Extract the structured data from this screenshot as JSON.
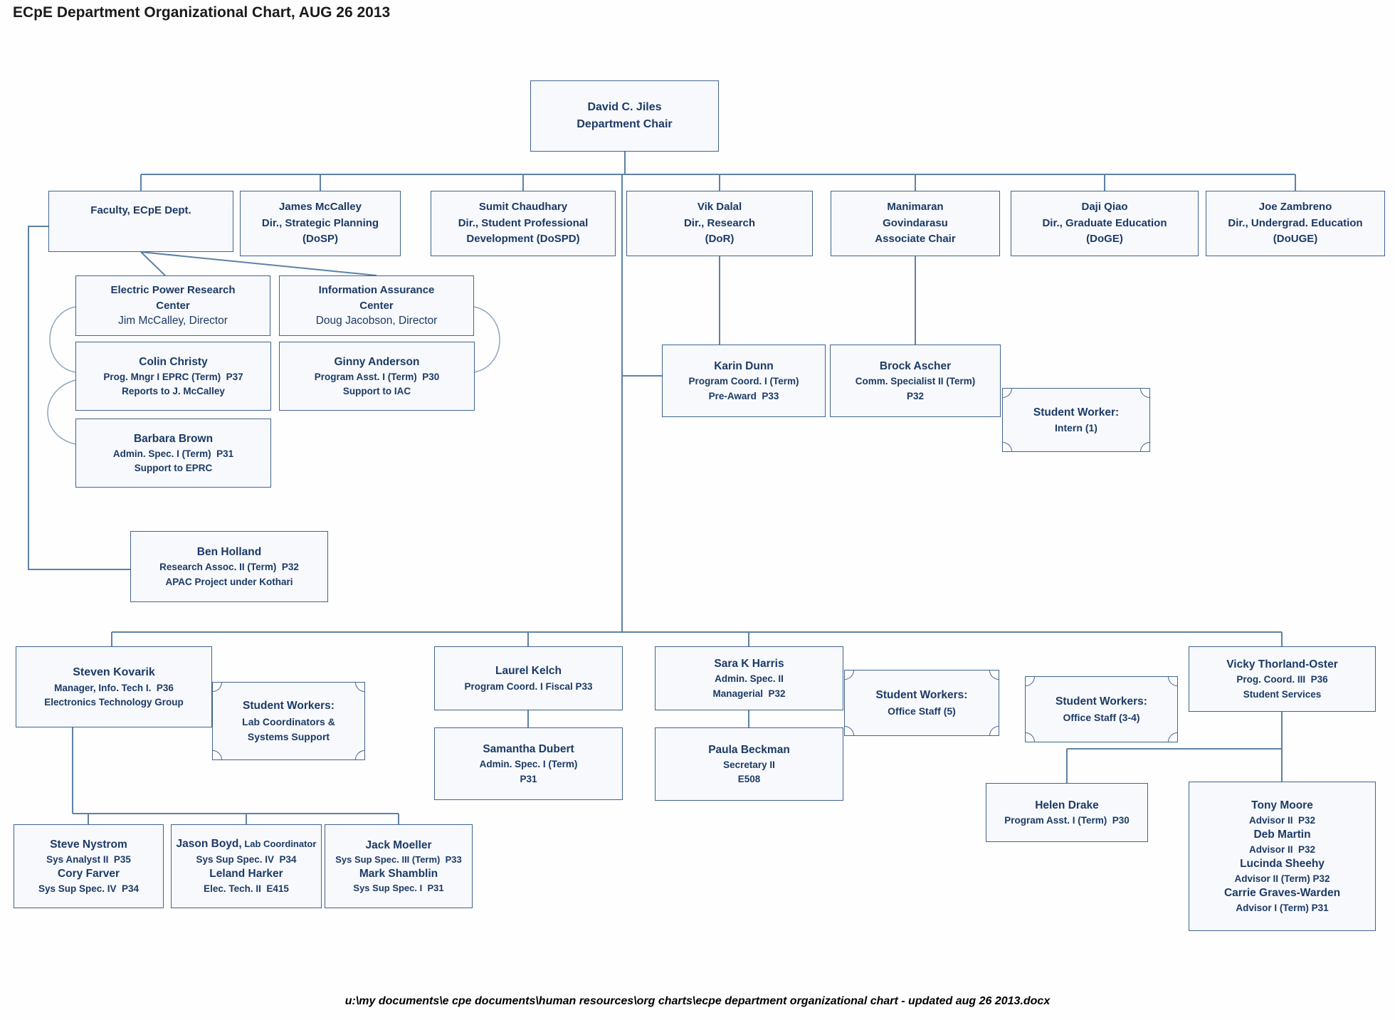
{
  "title": "ECpE Department Organizational Chart, AUG 26 2013",
  "footer": "u:\\my documents\\e cpe documents\\human resources\\org charts\\ecpe department organizational chart - updated aug 26 2013.docx",
  "colors": {
    "ink": "#1c3a66",
    "border": "#41648f",
    "connector": "#5d81a7",
    "box_fill": "#f7f9fc"
  },
  "boxes": {
    "jiles": {
      "lines": [
        "David C. Jiles",
        "Department Chair"
      ]
    },
    "faculty": {
      "lines": [
        "Faculty, ECpE Dept."
      ]
    },
    "mccalley": {
      "lines": [
        "James McCalley",
        "Dir., Strategic Planning",
        "(DoSP)"
      ]
    },
    "chaudhary": {
      "lines": [
        "Sumit Chaudhary",
        "Dir., Student Professional",
        "Development (DoSPD)"
      ]
    },
    "dalal": {
      "lines": [
        "Vik Dalal",
        "Dir., Research",
        "(DoR)"
      ]
    },
    "govindarasu": {
      "lines": [
        "Manimaran",
        "Govindarasu",
        "Associate Chair"
      ]
    },
    "qiao": {
      "lines": [
        "Daji Qiao",
        "Dir., Graduate Education",
        "(DoGE)"
      ]
    },
    "zambreno": {
      "lines": [
        "Joe Zambreno",
        "Dir., Undergrad. Education",
        "(DoUGE)"
      ]
    },
    "eprc": {
      "lines": [
        "Electric Power Research",
        "Center",
        "Jim McCalley, Director"
      ]
    },
    "iac": {
      "lines": [
        "Information Assurance",
        "Center",
        "Doug Jacobson, Director"
      ]
    },
    "christy": {
      "lines": [
        "Colin Christy",
        "Prog. Mngr I EPRC (Term)  P37",
        "Reports to J. McCalley"
      ]
    },
    "anderson": {
      "lines": [
        "Ginny Anderson",
        "Program Asst. I (Term)  P30",
        "Support to IAC"
      ]
    },
    "brown": {
      "lines": [
        "Barbara Brown",
        "Admin. Spec. I (Term)  P31",
        "Support to EPRC"
      ]
    },
    "holland": {
      "lines": [
        "Ben Holland",
        "Research Assoc. II (Term)  P32",
        "APAC Project under Kothari"
      ]
    },
    "dunn": {
      "lines": [
        "Karin Dunn",
        "Program Coord. I (Term)",
        "Pre-Award  P33"
      ]
    },
    "ascher": {
      "lines": [
        "Brock Ascher",
        "Comm. Specialist II (Term)",
        "P32"
      ]
    },
    "sw_intern": {
      "lines": [
        "Student Worker:",
        "Intern (1)"
      ]
    },
    "kovarik": {
      "lines": [
        "Steven Kovarik",
        "Manager, Info. Tech I.  P36",
        "Electronics Technology Group"
      ]
    },
    "sw_lab": {
      "lines": [
        "Student Workers:",
        "Lab Coordinators &",
        "Systems Support"
      ]
    },
    "nystrom": {
      "lines": [
        "Steve Nystrom",
        "Sys Analyst II  P35",
        "Cory Farver",
        "Sys Sup Spec. IV  P34"
      ]
    },
    "boyd": {
      "name": "Jason Boyd,",
      "name_role": " Lab Coordinator",
      "lines": [
        "Sys Sup Spec. IV  P34",
        "Leland Harker",
        "Elec. Tech. II  E415"
      ]
    },
    "moeller": {
      "lines": [
        "Jack Moeller",
        "Sys Sup Spec. III (Term)  P33",
        "Mark Shamblin",
        "Sys Sup Spec. I  P31"
      ]
    },
    "kelch": {
      "lines": [
        "Laurel Kelch",
        "Program Coord. I Fiscal P33"
      ]
    },
    "dubert": {
      "lines": [
        "Samantha Dubert",
        "Admin. Spec. I (Term)",
        "P31"
      ]
    },
    "harris": {
      "lines": [
        "Sara K Harris",
        "Admin. Spec. II",
        "Managerial  P32"
      ]
    },
    "beckman": {
      "lines": [
        "Paula Beckman",
        "Secretary II",
        "E508"
      ]
    },
    "sw_office5": {
      "lines": [
        "Student Workers:",
        "Office Staff (5)"
      ]
    },
    "sw_office34": {
      "lines": [
        "Student Workers:",
        "Office Staff (3-4)"
      ]
    },
    "thorland": {
      "lines": [
        "Vicky Thorland-Oster",
        "Prog. Coord. III  P36",
        "Student Services"
      ]
    },
    "drake": {
      "lines": [
        "Helen Drake",
        "Program Asst. I (Term)  P30"
      ]
    },
    "moore": {
      "lines": [
        "Tony Moore",
        "Advisor II  P32",
        "Deb Martin",
        "Advisor II  P32",
        "Lucinda Sheehy",
        "Advisor II (Term) P32",
        "Carrie Graves-Warden",
        "Advisor I (Term) P31"
      ]
    }
  }
}
